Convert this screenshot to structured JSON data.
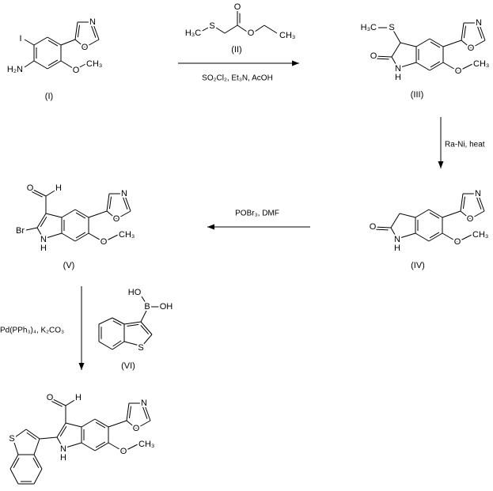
{
  "compounds": {
    "I": {
      "label": "(I)",
      "iodo": "I",
      "amine": "H₂N",
      "ox_n": "N",
      "ox_o": "O",
      "ome_o": "O",
      "ome_ch3": "CH₃"
    },
    "II": {
      "label": "(II)",
      "h3c": "H₃C",
      "s": "S",
      "carbonyl_o": "O",
      "ester_o": "O",
      "ch3": "CH₃"
    },
    "III": {
      "label": "(III)",
      "h3c": "H₃C",
      "s": "S",
      "keto_o": "O",
      "n": "N",
      "h": "H",
      "ox_n": "N",
      "ox_o": "O",
      "ome_o": "O",
      "ome_ch3": "CH₃"
    },
    "IV": {
      "label": "(IV)",
      "keto_o": "O",
      "n": "N",
      "h": "H",
      "ox_n": "N",
      "ox_o": "O",
      "ome_o": "O",
      "ome_ch3": "CH₃"
    },
    "V": {
      "label": "(V)",
      "cho_o": "O",
      "cho_h": "H",
      "br": "Br",
      "n": "N",
      "h": "H",
      "ox_n": "N",
      "ox_o": "O",
      "ome_o": "O",
      "ome_ch3": "CH₃"
    },
    "VI": {
      "label": "(VI)",
      "b": "B",
      "oh": "OH",
      "ho": "HO",
      "s": "S"
    },
    "product": {
      "cho_o": "O",
      "cho_h": "H",
      "s": "S",
      "n": "N",
      "h": "H",
      "ox_n": "N",
      "ox_o": "O",
      "ome_o": "O",
      "ome_ch3": "CH₃"
    }
  },
  "steps": {
    "step1": "SO₂Cl₂, Et₃N, AcOH",
    "step2": "Ra-Ni, heat",
    "step3": "POBr₃, DMF",
    "step4": "Pd(PPh₃)₄, K₂CO₃"
  }
}
